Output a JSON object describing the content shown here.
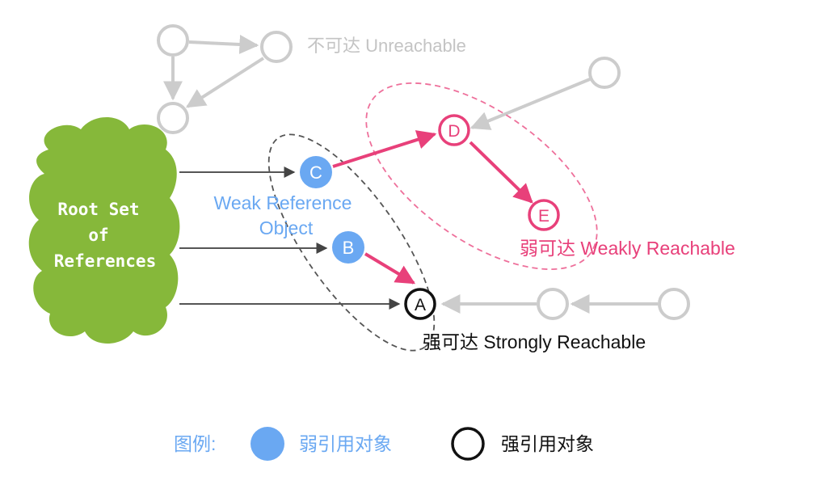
{
  "root_set": {
    "line1": "Root Set",
    "line2": "of",
    "line3": "References"
  },
  "nodes": {
    "A": "A",
    "B": "B",
    "C": "C",
    "D": "D",
    "E": "E"
  },
  "labels": {
    "unreachable": "不可达 Unreachable",
    "weakly_reachable": "弱可达 Weakly Reachable",
    "strongly_reachable": "强可达 Strongly Reachable",
    "weak_ref_line1": "Weak Reference",
    "weak_ref_line2": "Object"
  },
  "legend": {
    "title": "图例:",
    "weak_object": "弱引用对象",
    "strong_object": "强引用对象"
  },
  "colors": {
    "root_green": "#86b83a",
    "weak_blue": "#6aa8f2",
    "pink": "#e8407a",
    "gray": "#cccccc",
    "dark_arrow": "#555555",
    "black": "#111111"
  }
}
